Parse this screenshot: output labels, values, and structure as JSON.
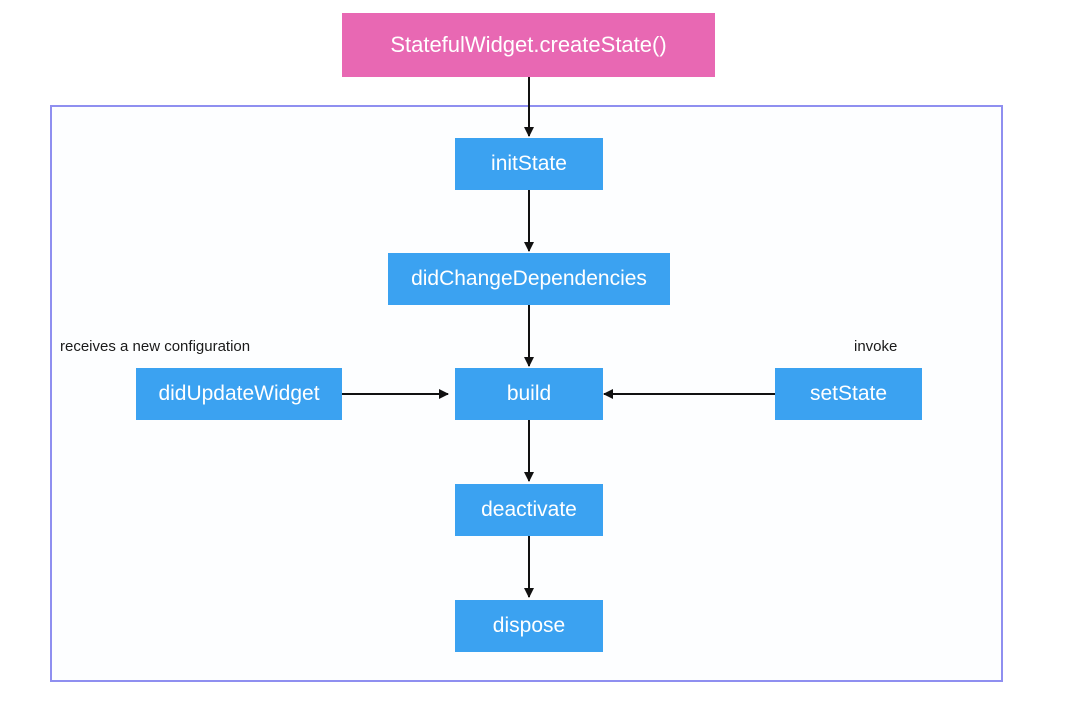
{
  "diagram": {
    "nodes": {
      "create_state": "StatefulWidget.createState()",
      "init_state": "initState",
      "did_change_dependencies": "didChangeDependencies",
      "build": "build",
      "did_update_widget": "didUpdateWidget",
      "set_state": "setState",
      "deactivate": "deactivate",
      "dispose": "dispose"
    },
    "labels": {
      "receives": "receives a new configuration",
      "invoke": "invoke"
    },
    "colors": {
      "node_fill": "#3ba2f1",
      "start_node_fill": "#e868b3",
      "frame_border": "#8f8ff0",
      "arrow": "#111111"
    }
  }
}
